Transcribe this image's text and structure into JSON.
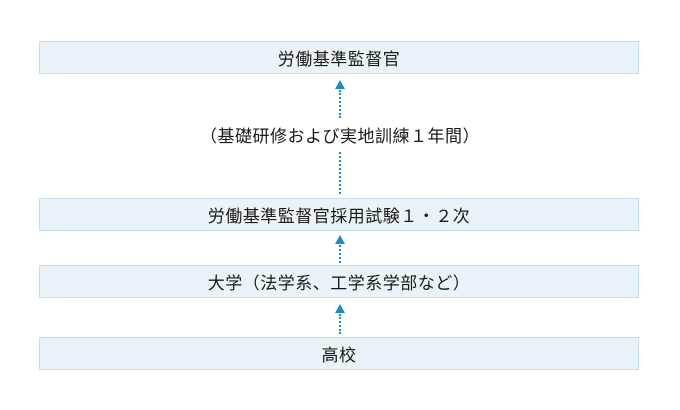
{
  "diagram": {
    "stages": {
      "top": "労働基準監督官",
      "exam": "労働基準監督官採用試験１・２次",
      "university": "大学（法学系、工学系学部など）",
      "high_school": "高校"
    },
    "training_label": "（基礎研修および実地訓練１年間）",
    "colors": {
      "box_fill": "#eaf3f8",
      "box_border": "#c6dde9",
      "arrow": "#1a8cc9"
    }
  }
}
